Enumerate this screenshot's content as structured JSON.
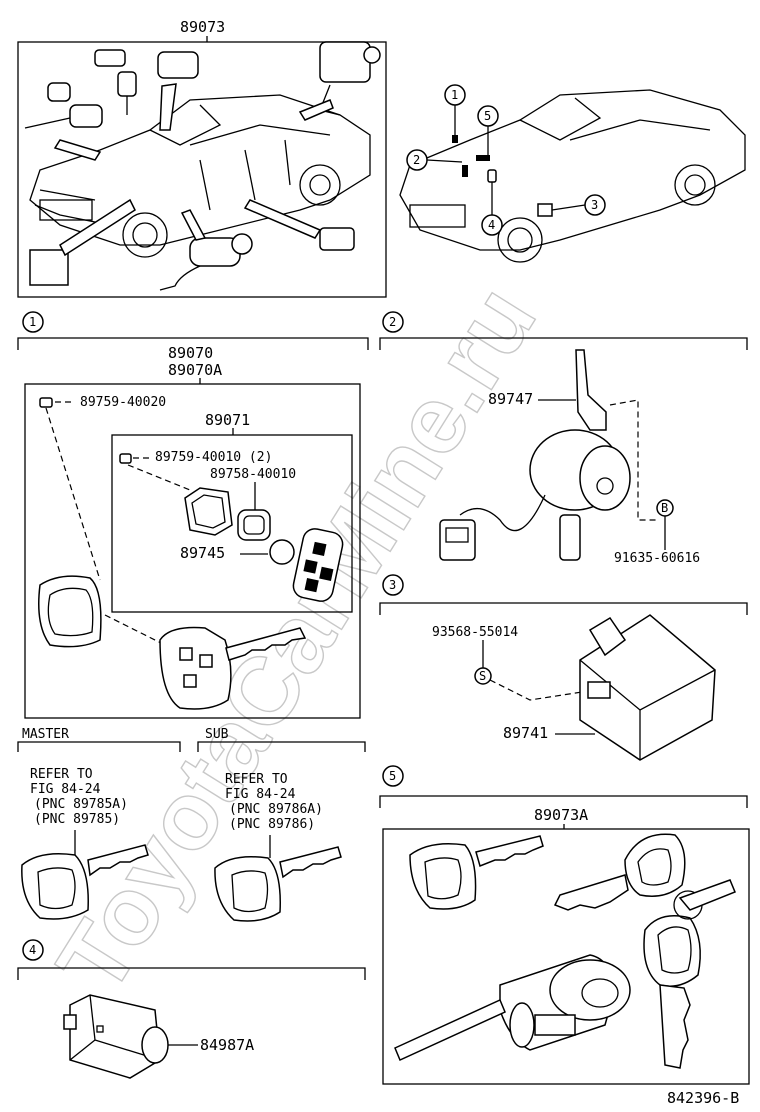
{
  "watermark": "ToyotaCarMine.ru",
  "overview": {
    "part_no": "89073",
    "callouts": [
      "1",
      "2",
      "3",
      "4",
      "5"
    ]
  },
  "section1": {
    "index": "1",
    "parent_no": "89070",
    "parent_no_alt": "89070A",
    "screw_outer": "89759-40020",
    "sub_assy_no": "89071",
    "screw_inner": "89759-40010 (2)",
    "gasket": "89758-40010",
    "battery": "89745",
    "master_title": "MASTER",
    "master_ref": [
      "REFER TO",
      "FIG 84-24",
      "(PNC 89785A)",
      "(PNC 89785)"
    ],
    "sub_title": "SUB",
    "sub_ref": [
      "REFER TO",
      "FIG 84-24",
      "(PNC 89786A)",
      "(PNC 89786)"
    ]
  },
  "section2": {
    "index": "2",
    "part_no": "89747",
    "bolt_code": "B",
    "bolt_no": "91635-60616"
  },
  "section3": {
    "index": "3",
    "screw_code": "S",
    "screw_no": "93568-55014",
    "part_no": "89741"
  },
  "section4": {
    "index": "4",
    "part_no": "84987A"
  },
  "section5": {
    "index": "5",
    "part_no": "89073A"
  },
  "figure_no": "842396-B"
}
